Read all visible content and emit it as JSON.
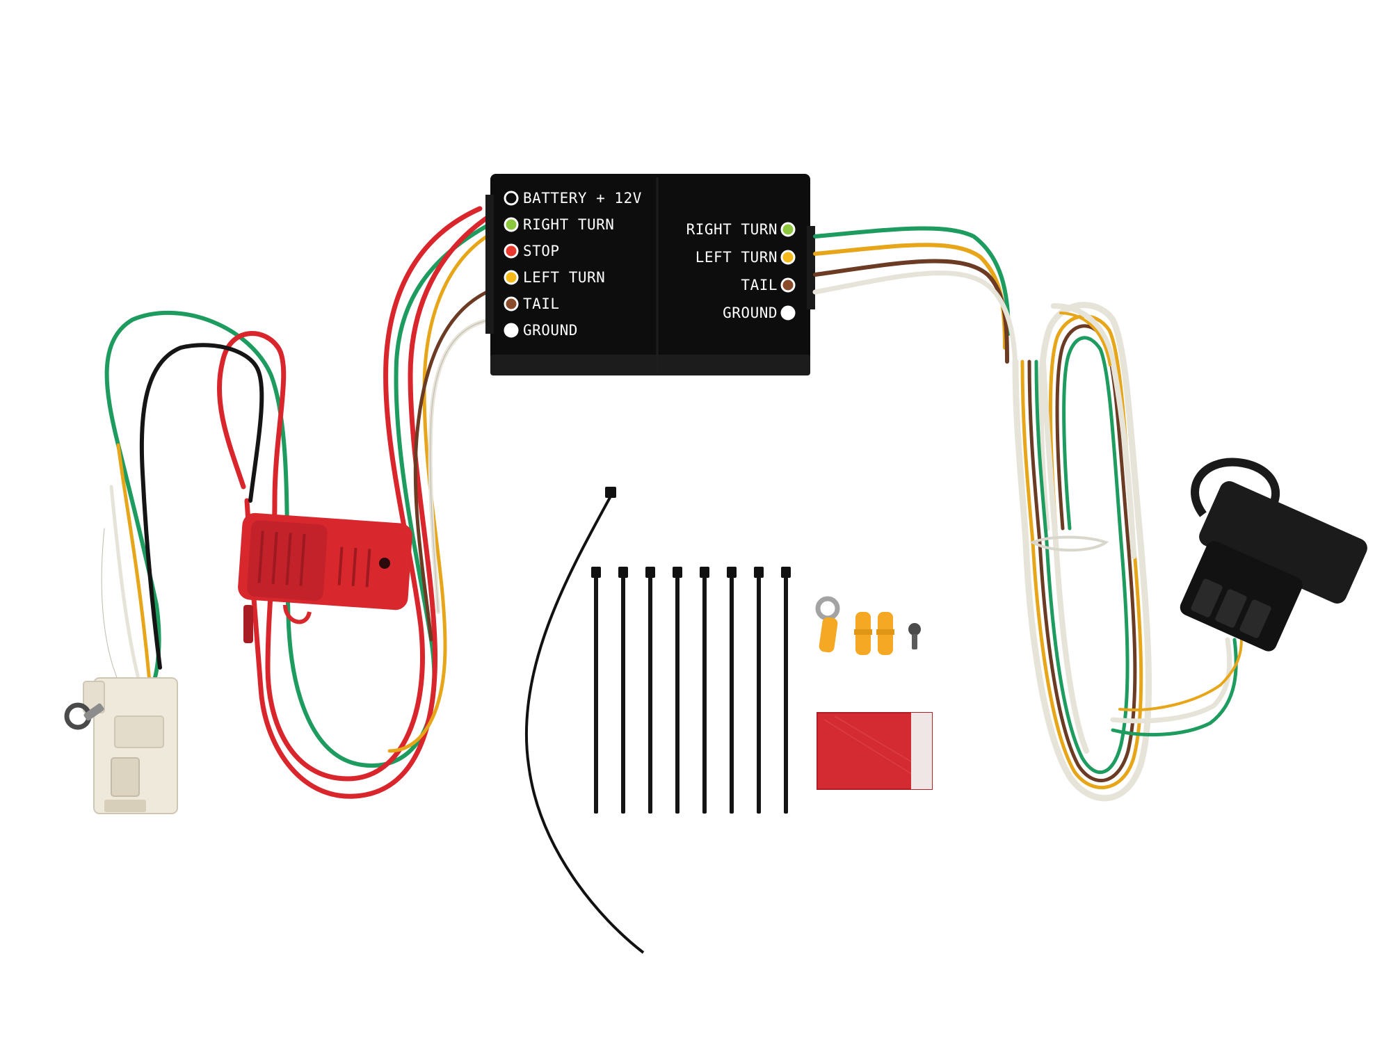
{
  "module": {
    "input_labels": [
      "BATTERY + 12V",
      "RIGHT TURN",
      "STOP",
      "LEFT TURN",
      "TAIL",
      "GROUND"
    ],
    "output_labels": [
      "RIGHT TURN",
      "LEFT TURN",
      "TAIL",
      "GROUND"
    ]
  },
  "colors": {
    "background": "#ffffff",
    "module_body": "#0d0d0d",
    "wire_red": "#d9262c",
    "wire_green": "#1e9b5f",
    "wire_yellow": "#e7a619",
    "wire_brown": "#6b3b24",
    "wire_white": "#f2f0e8",
    "wire_black": "#151515",
    "connector_white": "#efe9dc",
    "fuse_holder_red": "#d8272d",
    "dot_white": "#ffffff",
    "dot_green": "#8dc63f",
    "dot_red": "#e8392e",
    "dot_yellow": "#f6b91b",
    "dot_brown": "#8a4b2a"
  },
  "input_dot_colors": [
    "#0d0d0d",
    "#8dc63f",
    "#e8392e",
    "#f6b91b",
    "#8a4b2a",
    "#ffffff"
  ],
  "output_dot_colors": [
    "#8dc63f",
    "#f6b91b",
    "#8a4b2a",
    "#ffffff"
  ],
  "kit": {
    "short_cable_tie_count": 8,
    "long_cable_tie_count": 1
  }
}
